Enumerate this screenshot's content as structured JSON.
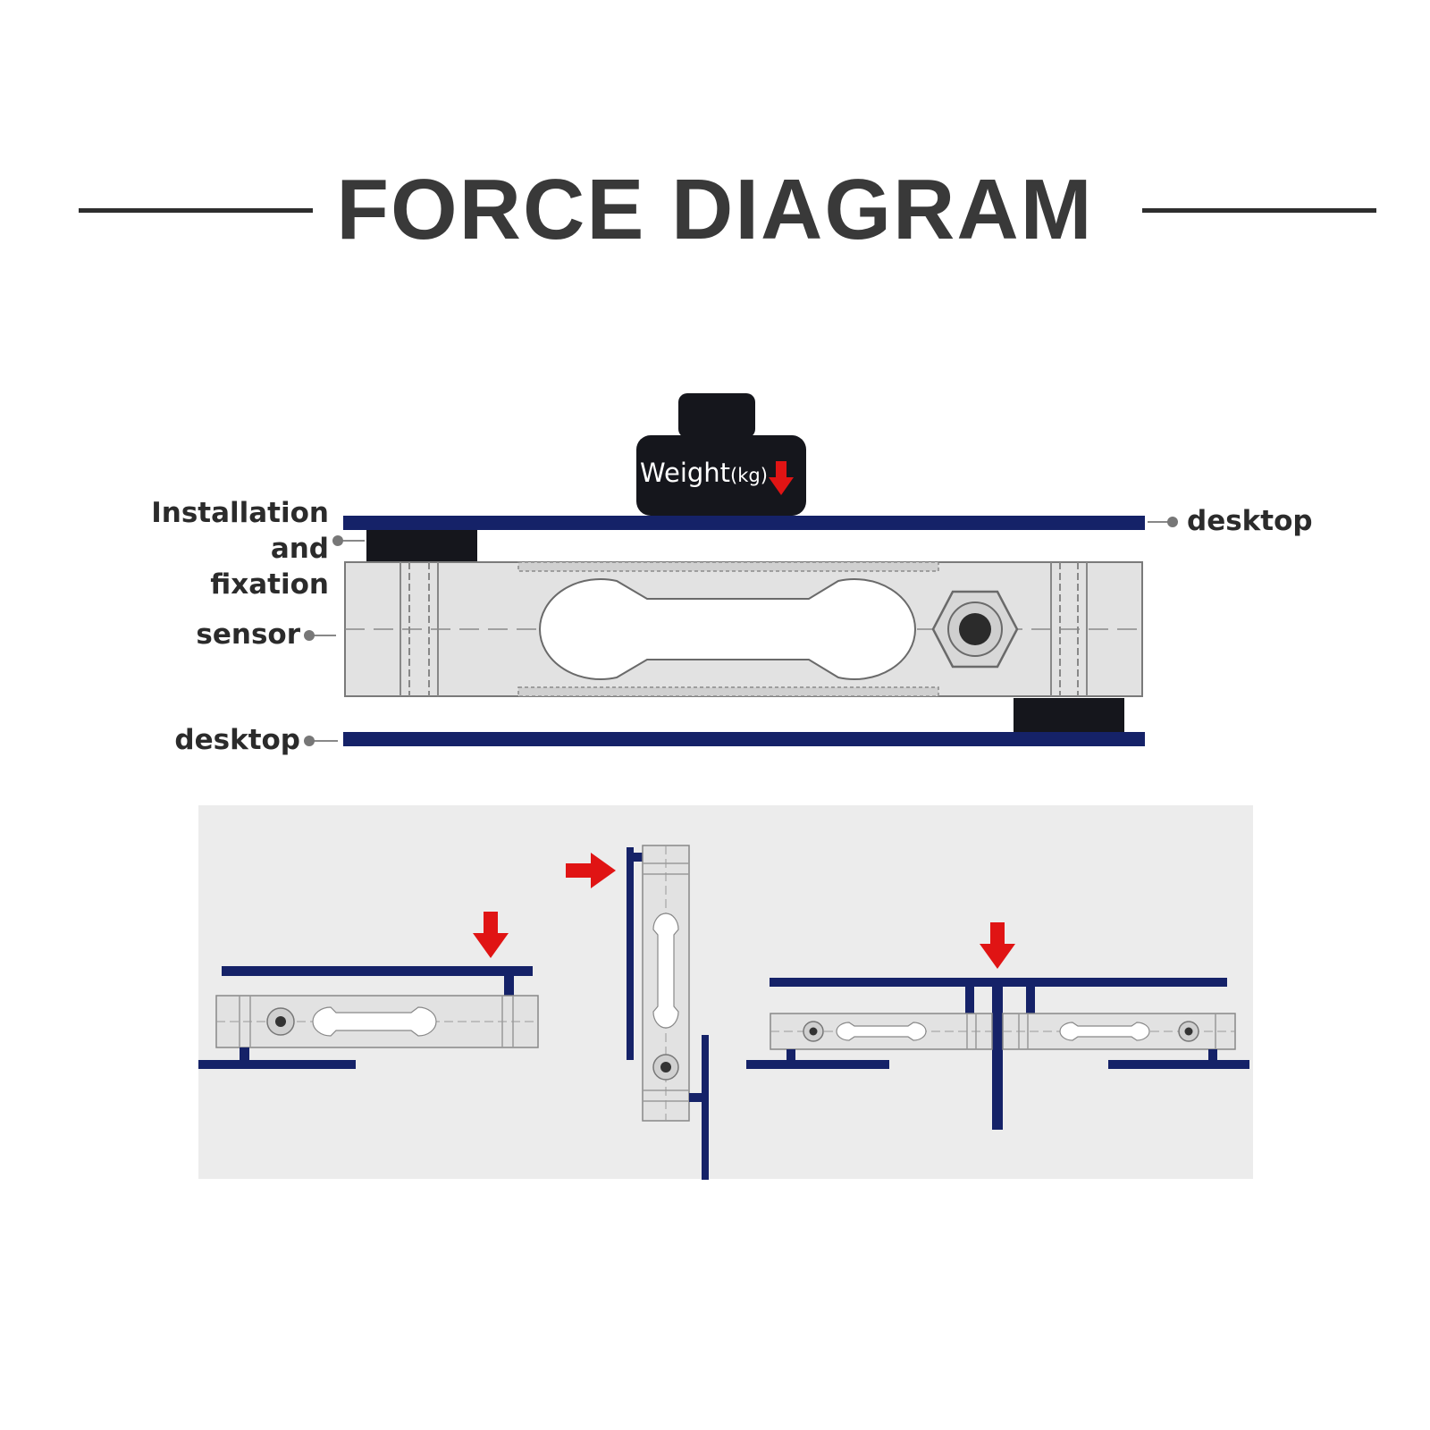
{
  "title": "FORCE DIAGRAM",
  "labels": {
    "installation": "Installation and\nfixation",
    "sensor": "sensor",
    "desktop_top": "desktop",
    "desktop_bottom": "desktop",
    "weight": "Weight",
    "weight_unit": "(kg)"
  },
  "colors": {
    "title": "#393939",
    "plate": "#152268",
    "block": "#15161c",
    "sensor_fill": "#e2e2e2",
    "sensor_stroke": "#7a7a7a",
    "arrow": "#e01414",
    "panel": "#ececec"
  },
  "icons": {
    "weight": "weight-icon",
    "arrow": "down-arrow-icon",
    "right_arrow": "right-arrow-icon"
  }
}
